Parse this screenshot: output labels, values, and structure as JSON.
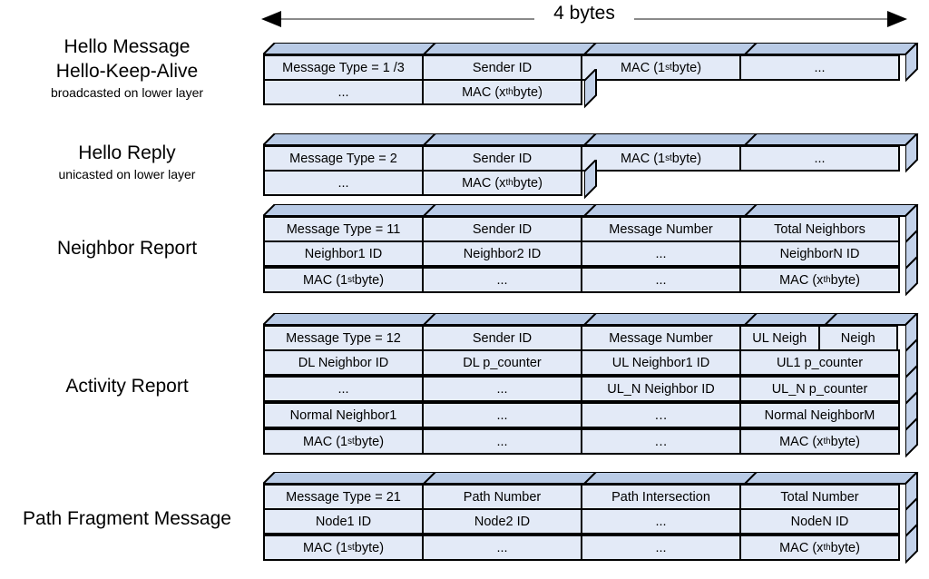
{
  "scale": {
    "label": "4 bytes",
    "unit_bytes": 4
  },
  "colors": {
    "cell_fill": "#e3eaf7",
    "face_top": "#b9cbe6",
    "face_side": "#c3d2ea",
    "stroke": "#000000",
    "arrow": "#8a8a8a",
    "background": "#ffffff"
  },
  "messages": [
    {
      "name": "hello-message",
      "title_lines": [
        "Hello Message",
        "Hello-Keep-Alive"
      ],
      "subtitle": "broadcasted on lower layer",
      "rows": [
        {
          "cells": [
            {
              "text": "Message Type = 1 /3",
              "span": 1
            },
            {
              "text": "Sender ID",
              "span": 1
            },
            {
              "text": "MAC (1st byte)",
              "sup": "st",
              "base": "MAC (1",
              "tail": " byte)",
              "span": 1
            },
            {
              "text": "...",
              "span": 1
            }
          ]
        },
        {
          "cells": [
            {
              "text": "...",
              "span": 1
            },
            {
              "text": "MAC (xth byte)",
              "sup": "th",
              "base": "MAC (x",
              "tail": " byte)",
              "span": 1
            }
          ]
        }
      ]
    },
    {
      "name": "hello-reply",
      "title_lines": [
        "Hello Reply"
      ],
      "subtitle": "unicasted on lower layer",
      "rows": [
        {
          "cells": [
            {
              "text": "Message Type = 2",
              "span": 1
            },
            {
              "text": "Sender ID",
              "span": 1
            },
            {
              "text": "MAC (1st byte)",
              "sup": "st",
              "base": "MAC (1",
              "tail": " byte)",
              "span": 1
            },
            {
              "text": "...",
              "span": 1
            }
          ]
        },
        {
          "cells": [
            {
              "text": "...",
              "span": 1
            },
            {
              "text": "MAC (xth byte)",
              "sup": "th",
              "base": "MAC (x",
              "tail": " byte)",
              "span": 1
            }
          ]
        }
      ]
    },
    {
      "name": "neighbor-report",
      "title_lines": [
        "Neighbor Report"
      ],
      "subtitle": "",
      "rows": [
        {
          "cells": [
            {
              "text": "Message Type = 11",
              "span": 1
            },
            {
              "text": "Sender ID",
              "span": 1
            },
            {
              "text": "Message Number",
              "span": 1
            },
            {
              "text": "Total Neighbors",
              "span": 1
            }
          ]
        },
        {
          "cells": [
            {
              "text": "Neighbor1 ID",
              "span": 1
            },
            {
              "text": "Neighbor2 ID",
              "span": 1
            },
            {
              "text": "...",
              "span": 1
            },
            {
              "text": "NeighborN ID",
              "span": 1
            }
          ]
        },
        {
          "cells": [
            {
              "text": "MAC (1st byte)",
              "sup": "st",
              "base": "MAC (1",
              "tail": " byte)",
              "span": 1
            },
            {
              "text": "...",
              "span": 1
            },
            {
              "text": "...",
              "span": 1
            },
            {
              "text": "MAC (xth byte)",
              "sup": "th",
              "base": "MAC (x",
              "tail": " byte)",
              "span": 1
            }
          ]
        }
      ]
    },
    {
      "name": "activity-report",
      "title_lines": [
        "Activity Report"
      ],
      "subtitle": "",
      "rows": [
        {
          "cells": [
            {
              "text": "Message Type = 12",
              "span": 1
            },
            {
              "text": "Sender ID",
              "span": 1
            },
            {
              "text": "Message Number",
              "span": 1
            },
            {
              "text": "UL Neigh",
              "span": 0.5
            },
            {
              "text": "Neigh",
              "span": 0.5
            }
          ]
        },
        {
          "cells": [
            {
              "text": "DL Neighbor ID",
              "span": 1
            },
            {
              "text": "DL p_counter",
              "span": 1
            },
            {
              "text": "UL Neighbor1 ID",
              "span": 1
            },
            {
              "text": "UL1 p_counter",
              "span": 1
            }
          ]
        },
        {
          "cells": [
            {
              "text": "...",
              "span": 1
            },
            {
              "text": "...",
              "span": 1
            },
            {
              "text": "UL_N Neighbor ID",
              "span": 1
            },
            {
              "text": "UL_N p_counter",
              "span": 1
            }
          ]
        },
        {
          "cells": [
            {
              "text": "Normal Neighbor1",
              "span": 1
            },
            {
              "text": "...",
              "span": 1
            },
            {
              "text": "…",
              "span": 1
            },
            {
              "text": "Normal NeighborM",
              "span": 1
            }
          ]
        },
        {
          "cells": [
            {
              "text": "MAC (1st byte)",
              "sup": "st",
              "base": "MAC (1",
              "tail": " byte)",
              "span": 1
            },
            {
              "text": "...",
              "span": 1
            },
            {
              "text": "…",
              "span": 1
            },
            {
              "text": "MAC (xth byte)",
              "sup": "th",
              "base": "MAC (x",
              "tail": " byte)",
              "span": 1
            }
          ]
        }
      ]
    },
    {
      "name": "path-fragment-message",
      "title_lines": [
        "Path Fragment Message"
      ],
      "subtitle": "",
      "rows": [
        {
          "cells": [
            {
              "text": "Message Type = 21",
              "span": 1
            },
            {
              "text": "Path Number",
              "span": 1
            },
            {
              "text": "Path Intersection",
              "span": 1
            },
            {
              "text": "Total Number",
              "span": 1
            }
          ]
        },
        {
          "cells": [
            {
              "text": "Node1 ID",
              "span": 1
            },
            {
              "text": "Node2 ID",
              "span": 1
            },
            {
              "text": "...",
              "span": 1
            },
            {
              "text": "NodeN ID",
              "span": 1
            }
          ]
        },
        {
          "cells": [
            {
              "text": "MAC (1st byte)",
              "sup": "st",
              "base": "MAC (1",
              "tail": " byte)",
              "span": 1
            },
            {
              "text": "...",
              "span": 1
            },
            {
              "text": "...",
              "span": 1
            },
            {
              "text": "MAC (xth byte)",
              "sup": "th",
              "base": "MAC (x",
              "tail": " byte)",
              "span": 1
            }
          ]
        }
      ]
    }
  ]
}
